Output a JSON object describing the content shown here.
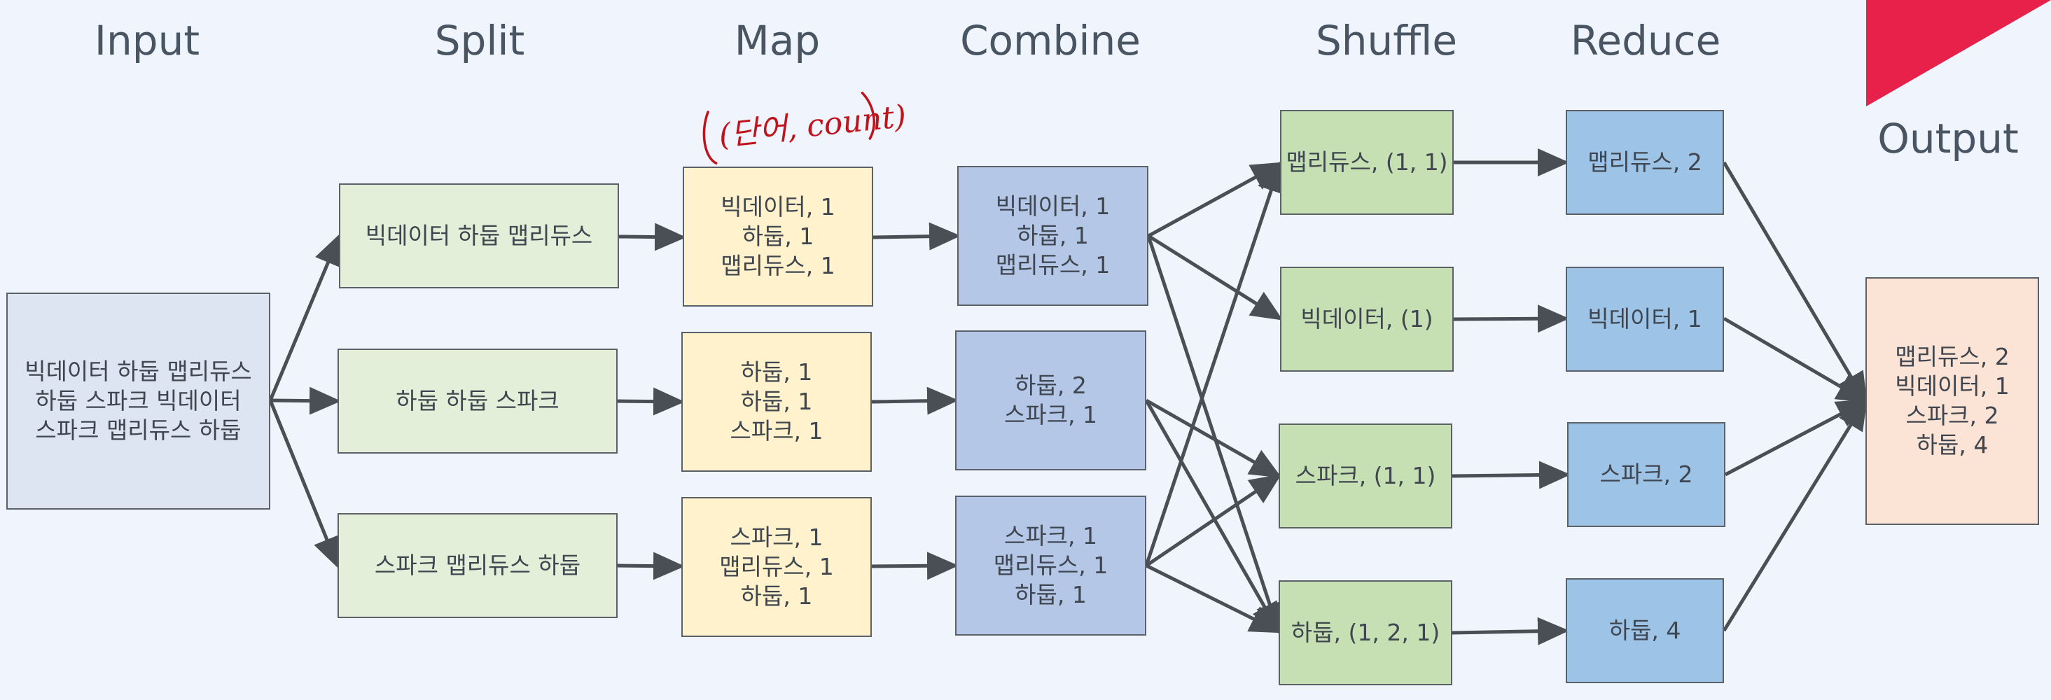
{
  "stages": {
    "input": "Input",
    "split": "Split",
    "map": "Map",
    "combine": "Combine",
    "shuffle": "Shuffle",
    "reduce": "Reduce",
    "output": "Output"
  },
  "input_box": {
    "lines": [
      "빅데이터 하둡 맵리듀스",
      "하둡 스파크 빅데이터",
      "스파크 맵리듀스 하둡"
    ]
  },
  "split_boxes": [
    "빅데이터 하둡 맵리듀스",
    "하둡 하둡 스파크",
    "스파크 맵리듀스 하둡"
  ],
  "map_boxes": [
    [
      "빅데이터, 1",
      "하둡, 1",
      "맵리듀스, 1"
    ],
    [
      "하둡, 1",
      "하둡, 1",
      "스파크, 1"
    ],
    [
      "스파크, 1",
      "맵리듀스, 1",
      "하둡, 1"
    ]
  ],
  "combine_boxes": [
    [
      "빅데이터, 1",
      "하둡, 1",
      "맵리듀스, 1"
    ],
    [
      "하둡, 2",
      "스파크, 1"
    ],
    [
      "스파크, 1",
      "맵리듀스, 1",
      "하둡, 1"
    ]
  ],
  "shuffle_boxes": [
    "맵리듀스, (1, 1)",
    "빅데이터, (1)",
    "스파크, (1, 1)",
    "하둡, (1, 2, 1)"
  ],
  "reduce_boxes": [
    "맵리듀스, 2",
    "빅데이터, 1",
    "스파크, 2",
    "하둡, 4"
  ],
  "output_box": {
    "lines": [
      "맵리듀스, 2",
      "빅데이터, 1",
      "스파크, 2",
      "하둡, 4"
    ]
  },
  "annotation": {
    "text": "(단어, count)",
    "color": "#c0141c"
  },
  "colors": {
    "corner_mark": "#e8214a",
    "arrow": "#4a4e55"
  }
}
